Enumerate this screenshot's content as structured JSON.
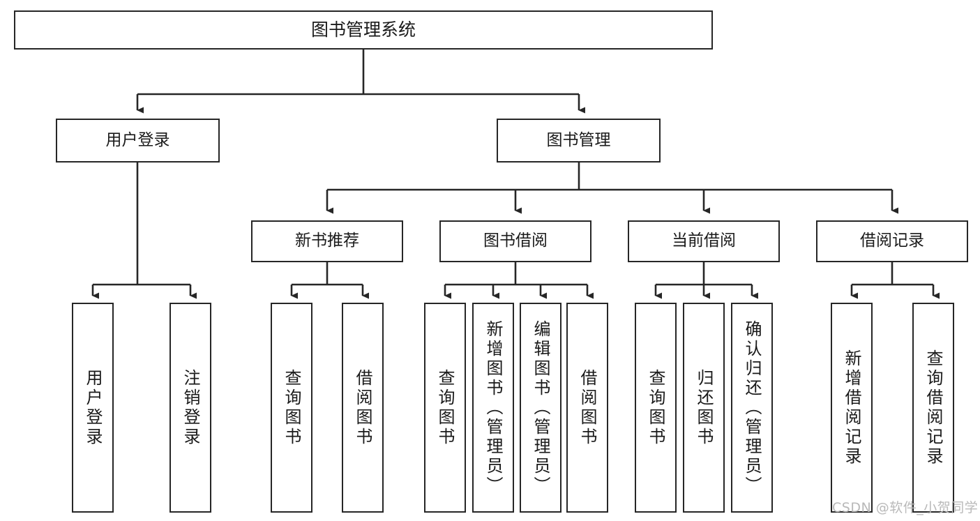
{
  "diagram": {
    "type": "hierarchy-tree",
    "title": "图书管理系统",
    "root": {
      "label": "图书管理系统"
    },
    "level2": [
      {
        "label": "用户登录"
      },
      {
        "label": "图书管理"
      }
    ],
    "level3": [
      {
        "label": "新书推荐"
      },
      {
        "label": "图书借阅"
      },
      {
        "label": "当前借阅"
      },
      {
        "label": "借阅记录"
      }
    ],
    "leaves": {
      "user_login": [
        {
          "label": "用户登录"
        },
        {
          "label": "注销登录"
        }
      ],
      "new_book_recommend": [
        {
          "label": "查询图书"
        },
        {
          "label": "借阅图书"
        }
      ],
      "book_borrow": [
        {
          "label": "查询图书"
        },
        {
          "label": "新增图书（管理员）"
        },
        {
          "label": "编辑图书（管理员）"
        },
        {
          "label": "借阅图书"
        }
      ],
      "current_borrow": [
        {
          "label": "查询图书"
        },
        {
          "label": "归还图书"
        },
        {
          "label": "确认归还（管理员）"
        }
      ],
      "borrow_record": [
        {
          "label": "新增借阅记录"
        },
        {
          "label": "查询借阅记录"
        }
      ]
    },
    "colors": {
      "stroke": "#262626",
      "fill": "#ffffff",
      "text": "#1a1a1a",
      "watermark": "#b9b9b9"
    }
  },
  "watermark": {
    "text": "CSDN @软件_小贺同学"
  }
}
